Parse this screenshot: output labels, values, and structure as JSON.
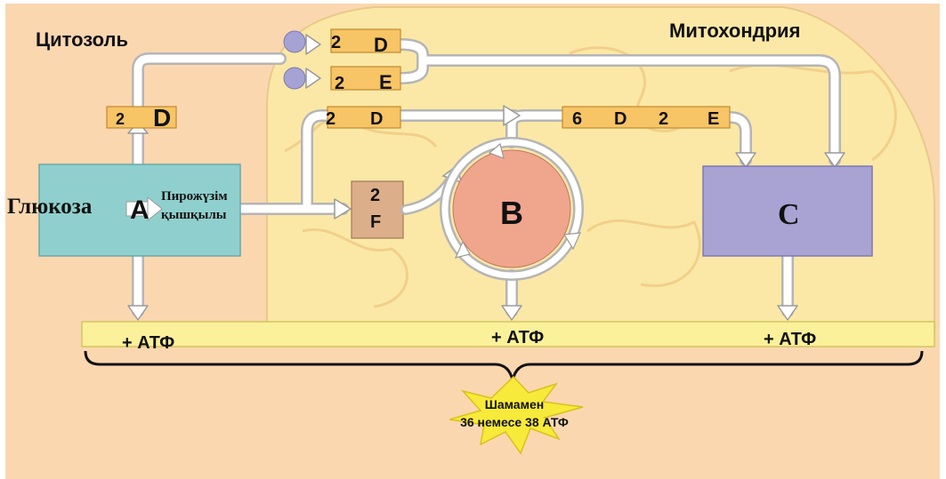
{
  "labels": {
    "cytosol": "Цитозоль",
    "mitochondria": "Митохондрия",
    "glucose": "Глюкоза",
    "pyruvic_line1": "Пирожүзім",
    "pyruvic_line2": "қышқылы",
    "box_a": "A",
    "box_b": "B",
    "box_c": "C",
    "total_line1": "Шамамен",
    "total_line2": "36 немесе 38 АТФ"
  },
  "carriers": {
    "top1": {
      "n": "2",
      "l": "D"
    },
    "top2": {
      "n": "2",
      "l": "E"
    },
    "left": {
      "n": "2",
      "l": "D"
    },
    "mid": {
      "n": "2",
      "l": "D"
    },
    "right1": {
      "n": "6",
      "l": "D"
    },
    "right2": {
      "n": "2",
      "l": "E"
    },
    "f_box": {
      "n": "2",
      "l": "F"
    }
  },
  "atp": [
    "+ АТФ",
    "+ АТФ",
    "+  АТФ"
  ],
  "colors": {
    "background": "#fbd7b0",
    "mitochondrion": "#fbe8a6",
    "box_a": "#8fd0ce",
    "box_b": "#f0a58d",
    "box_c": "#a8a3d2",
    "carrier": "#f7c466",
    "f_box": "#dcae8a",
    "atp_bar": "#fbf19a",
    "starburst": "#f8ea3a",
    "circle": "#a6a3d4"
  }
}
